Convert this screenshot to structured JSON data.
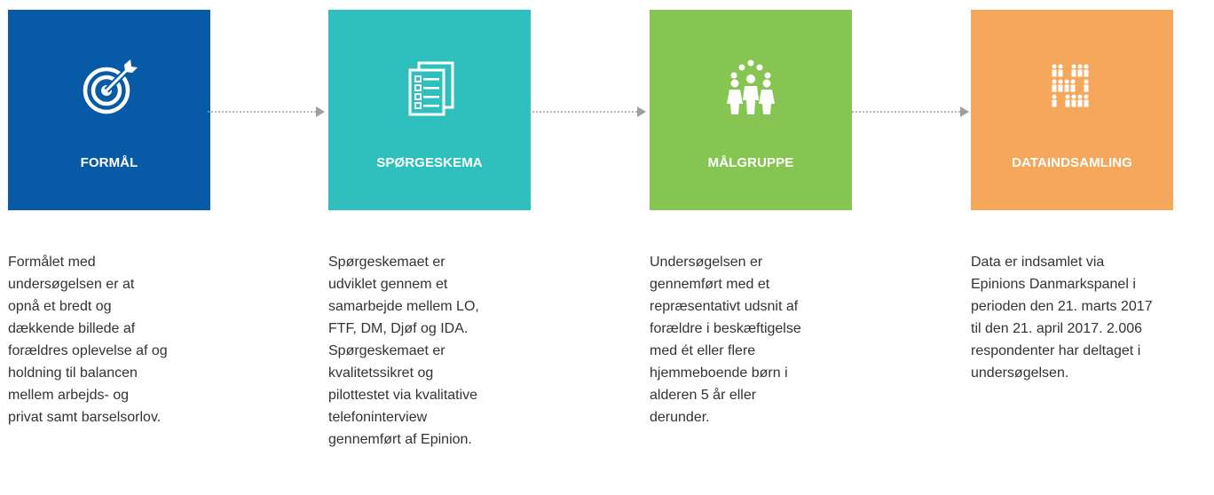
{
  "steps": [
    {
      "title": "FORMÅL",
      "icon": "target-icon",
      "color": "#075ba6",
      "description": "Formålet med\nundersøgelsen er at\nopnå et bredt og\ndækkende billede af\nforældres oplevelse af og\nholdning til balancen\nmellem arbejds- og\nprivat samt barselsorlov."
    },
    {
      "title": "SPØRGESKEMA",
      "icon": "questionnaire-icon",
      "color": "#2fbfbd",
      "description": "Spørgeskemaet er\nudviklet gennem et\nsamarbejde mellem LO,\nFTF, DM, Djøf og IDA.\nSpørgeskemaet er\nkvalitetssikret og\npilottestet via kvalitative\ntelefoninterview\ngennemført af Epinion."
    },
    {
      "title": "MÅLGRUPPE",
      "icon": "people-group-icon",
      "color": "#86c551",
      "description": "Undersøgelsen er\ngennemført med et\nrepræsentativt udsnit af\nforældre i beskæftigelse\nmed ét eller flere\nhjemmeboende børn i\nalderen 5 år eller\nderunder."
    },
    {
      "title": "DATAINDSAMLING",
      "icon": "people-crowd-icon",
      "color": "#f5a85c",
      "description": "Data er indsamlet via\nEpinions Danmarkspanel i\nperioden den 21. marts 2017\ntil den 21. april 2017. 2.006\nrespondenter har deltaget i\nundersøgelsen."
    }
  ],
  "connector_color": "#9e9e9e"
}
